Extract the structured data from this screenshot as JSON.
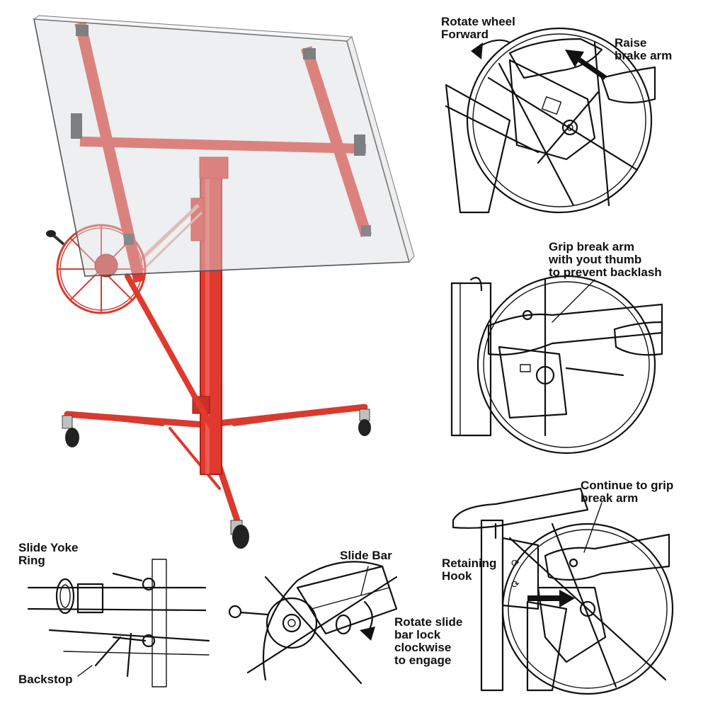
{
  "colors": {
    "frame": "#e0392e",
    "frame_dark": "#b3221a",
    "ink": "#111111",
    "panel": "#dcdcdc"
  },
  "labels": {
    "rotate_wheel": "Rotate wheel\nForward",
    "raise_brake": "Raise\nbrake arm",
    "grip_break": "Grip break arm\nwith yout thumb\nto prevent backlash",
    "continue_grip": "Continue to grip\nbreak arm",
    "retaining_hook": "Retaining\nHook",
    "slide_yoke": "Slide Yoke\nRing",
    "backstop": "Backstop",
    "slide_bar": "Slide Bar",
    "rotate_slide": "Rotate slide\nbar lock\nclockwise\nto engage"
  }
}
